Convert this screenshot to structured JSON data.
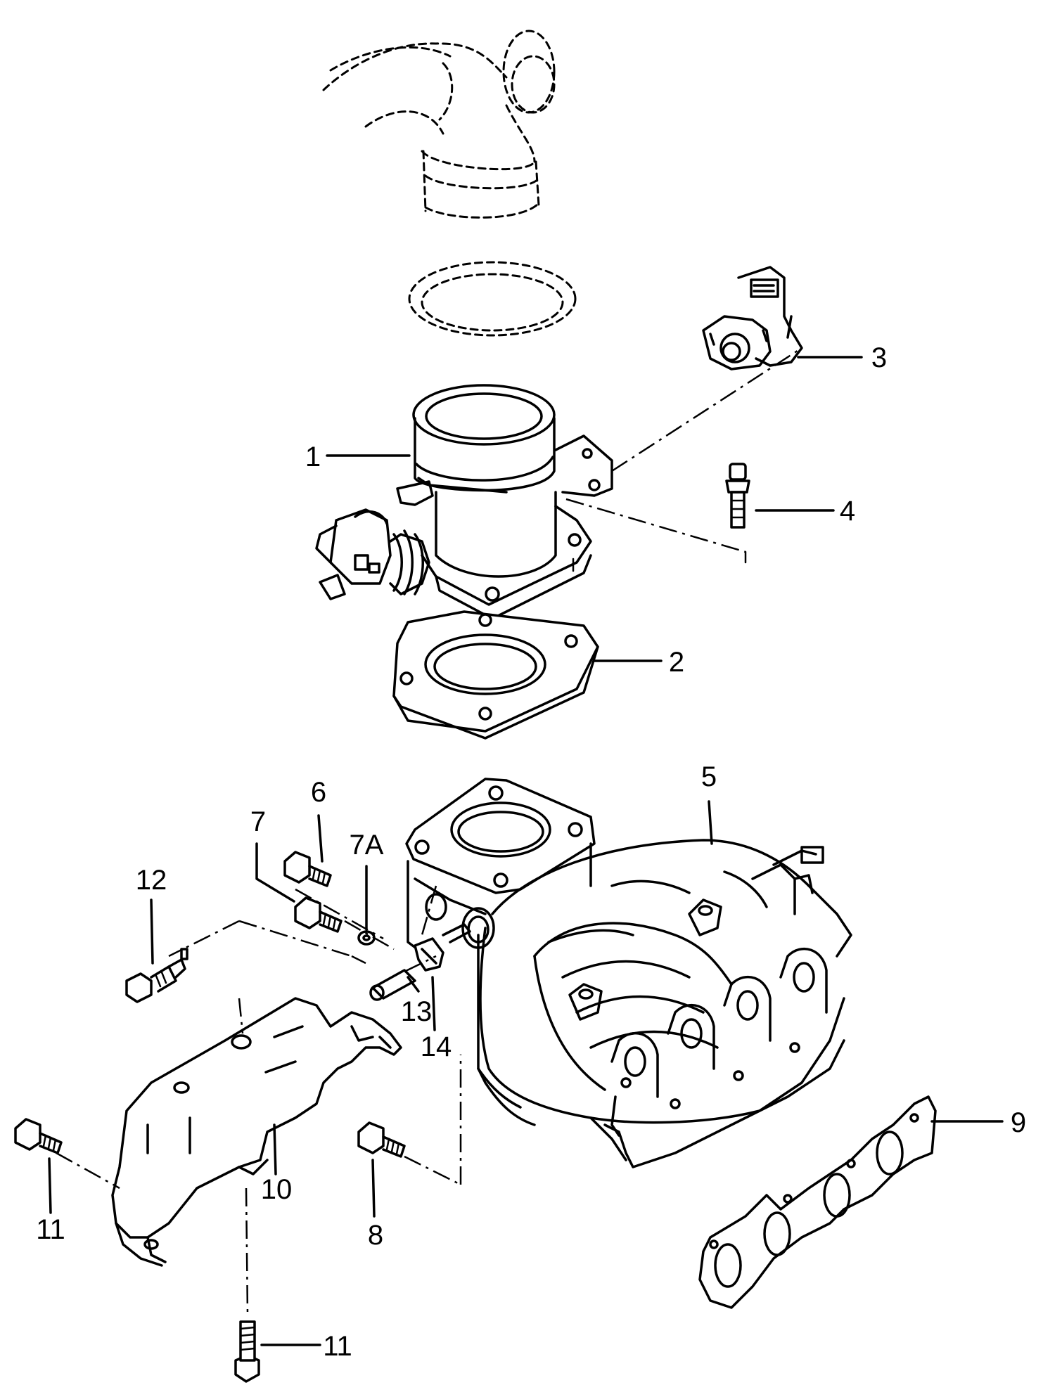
{
  "callouts": [
    {
      "id": "1",
      "label": "1"
    },
    {
      "id": "2",
      "label": "2"
    },
    {
      "id": "3",
      "label": "3"
    },
    {
      "id": "4",
      "label": "4"
    },
    {
      "id": "5",
      "label": "5"
    },
    {
      "id": "6",
      "label": "6"
    },
    {
      "id": "7",
      "label": "7"
    },
    {
      "id": "7A",
      "label": "7A"
    },
    {
      "id": "8",
      "label": "8"
    },
    {
      "id": "9",
      "label": "9"
    },
    {
      "id": "10",
      "label": "10"
    },
    {
      "id": "11a",
      "label": "11"
    },
    {
      "id": "11b",
      "label": "11"
    },
    {
      "id": "12",
      "label": "12"
    },
    {
      "id": "13",
      "label": "13"
    },
    {
      "id": "14",
      "label": "14"
    }
  ]
}
